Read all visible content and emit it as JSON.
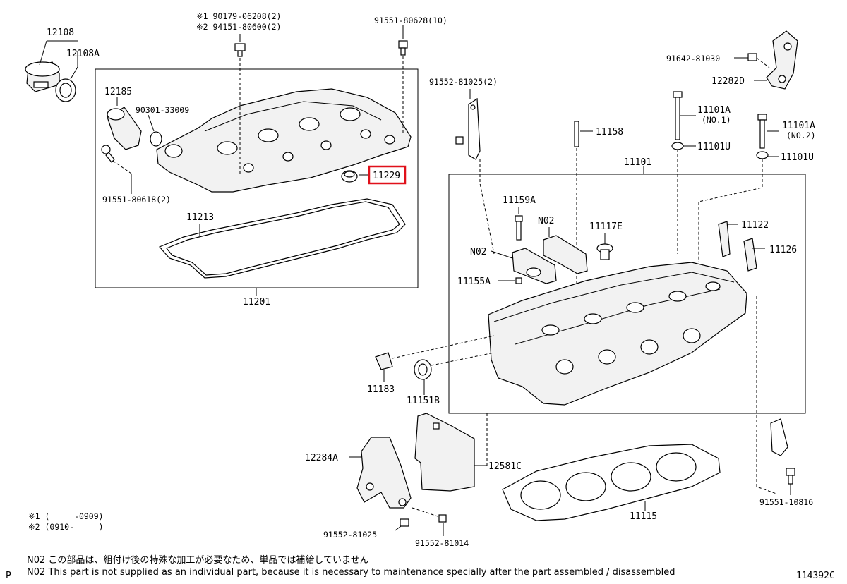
{
  "parts": {
    "p12108": "12108",
    "p12108a": "12108A",
    "p12185": "12185",
    "p90301": "90301-33009",
    "p91551_80618": "91551-80618(2)",
    "p11213": "11213",
    "p11201": "11201",
    "p11229": "11229",
    "p90179": "※1 90179-06208(2)",
    "p94151": "※2 94151-80600(2)",
    "p91551_80628": "91551-80628(10)",
    "p91552_81025_2": "91552-81025(2)",
    "p91642": "91642-81030",
    "p12282d": "12282D",
    "p11101a_1": "11101A",
    "p11101a_1_sub": "(NO.1)",
    "p11101a_2": "11101A",
    "p11101a_2_sub": "(NO.2)",
    "p11158": "11158",
    "p11101u_1": "11101U",
    "p11101u_2": "11101U",
    "p11101": "11101",
    "p11159a": "11159A",
    "p11117e": "11117E",
    "p11122": "11122",
    "p11126": "11126",
    "p11155a": "11155A",
    "n02a": "N02",
    "n02b": "N02",
    "p11183": "11183",
    "p11151b": "11151B",
    "p12284a": "12284A",
    "p12581c": "12581C",
    "p11115": "11115",
    "p91552_81025": "91552-81025",
    "p91552_81014": "91552-81014",
    "p91551_10816": "91551-10816"
  },
  "highlighted_part": "11229",
  "footnotes": {
    "f1": "※1 (     -0909)",
    "f2": "※2 (0910-     )"
  },
  "notes": {
    "jp": "N02  この部品は、組付け後の特殊な加工が必要なため、単品では補給していません",
    "en": "N02  This part is not supplied as an individual part, because it is necessary to maintenance specially after the part assembled / disassembled"
  },
  "corner": {
    "left": "P",
    "right": "114392C"
  },
  "colors": {
    "highlight": "#e0101a",
    "line": "#000000"
  }
}
